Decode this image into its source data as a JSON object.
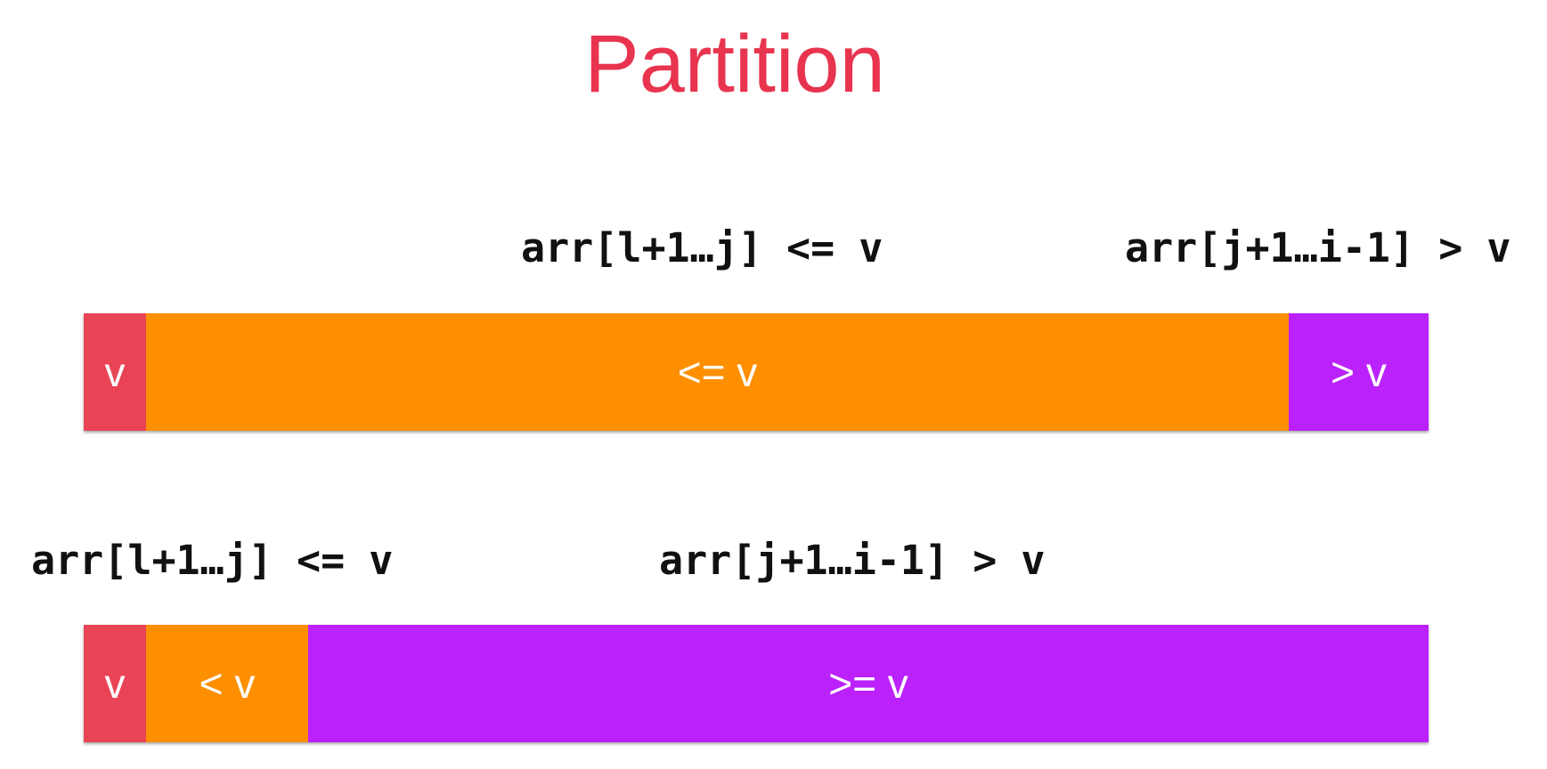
{
  "title": "Partition",
  "colors": {
    "title": "#e8344f",
    "pivot": "#e94456",
    "less": "#fd8f00",
    "greater": "#bb21fb",
    "text_on_bar": "#ffffff",
    "code_text": "#111111"
  },
  "diagram1": {
    "label_left": "arr[l+1…j] <= v",
    "label_right": "arr[j+1…i-1] > v",
    "segments": [
      {
        "label": "v"
      },
      {
        "label": "<= v"
      },
      {
        "label": "> v"
      }
    ]
  },
  "diagram2": {
    "label_left": "arr[l+1…j] <= v",
    "label_right": "arr[j+1…i-1] > v",
    "segments": [
      {
        "label": "v"
      },
      {
        "label": "< v"
      },
      {
        "label": ">= v"
      }
    ]
  }
}
